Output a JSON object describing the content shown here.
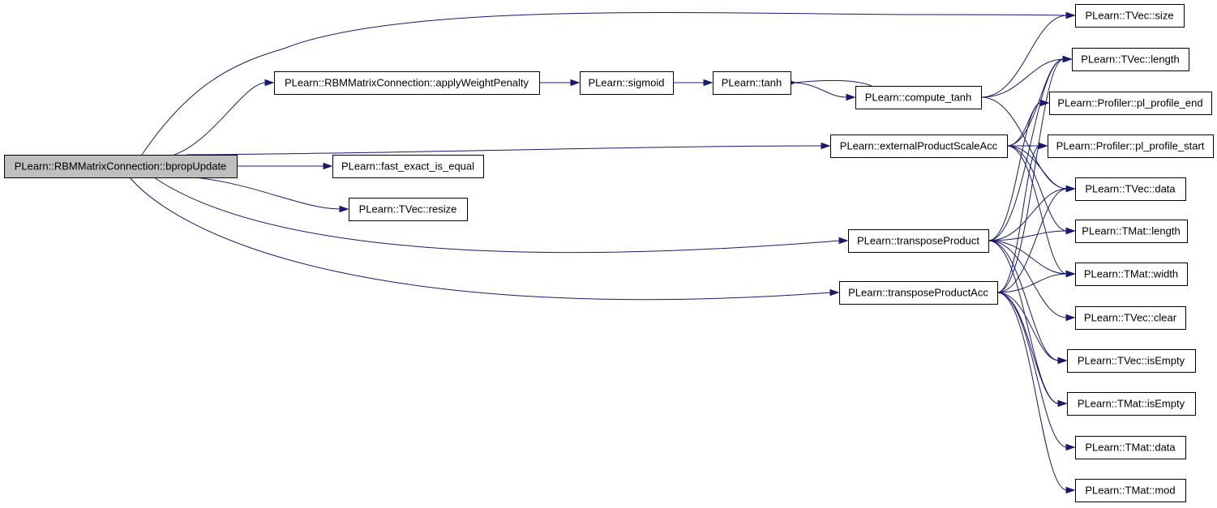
{
  "graph": {
    "nodes": [
      {
        "id": "root",
        "label": "PLearn::RBMMatrixConnection::bpropUpdate",
        "root": true
      },
      {
        "id": "awp",
        "label": "PLearn::RBMMatrixConnection::applyWeightPenalty"
      },
      {
        "id": "sigmoid",
        "label": "PLearn::sigmoid"
      },
      {
        "id": "tanh",
        "label": "PLearn::tanh"
      },
      {
        "id": "ctanh",
        "label": "PLearn::compute_tanh"
      },
      {
        "id": "epsa",
        "label": "PLearn::externalProductScaleAcc"
      },
      {
        "id": "feq",
        "label": "PLearn::fast_exact_is_equal"
      },
      {
        "id": "resize",
        "label": "PLearn::TVec::resize"
      },
      {
        "id": "tp",
        "label": "PLearn::transposeProduct"
      },
      {
        "id": "tpa",
        "label": "PLearn::transposeProductAcc"
      },
      {
        "id": "vsize",
        "label": "PLearn::TVec::size"
      },
      {
        "id": "vlength",
        "label": "PLearn::TVec::length"
      },
      {
        "id": "ppend",
        "label": "PLearn::Profiler::pl_profile_end"
      },
      {
        "id": "ppstart",
        "label": "PLearn::Profiler::pl_profile_start"
      },
      {
        "id": "vdata",
        "label": "PLearn::TVec::data"
      },
      {
        "id": "mlength",
        "label": "PLearn::TMat::length"
      },
      {
        "id": "mwidth",
        "label": "PLearn::TMat::width"
      },
      {
        "id": "vclear",
        "label": "PLearn::TVec::clear"
      },
      {
        "id": "visempty",
        "label": "PLearn::TVec::isEmpty"
      },
      {
        "id": "misempty",
        "label": "PLearn::TMat::isEmpty"
      },
      {
        "id": "mdata",
        "label": "PLearn::TMat::data"
      },
      {
        "id": "mmod",
        "label": "PLearn::TMat::mod"
      }
    ],
    "edges": [
      [
        "root",
        "vsize"
      ],
      [
        "root",
        "awp"
      ],
      [
        "root",
        "epsa"
      ],
      [
        "root",
        "feq"
      ],
      [
        "root",
        "resize"
      ],
      [
        "root",
        "tp"
      ],
      [
        "root",
        "tpa"
      ],
      [
        "awp",
        "sigmoid"
      ],
      [
        "sigmoid",
        "tanh"
      ],
      [
        "tanh",
        "ctanh"
      ],
      [
        "ctanh",
        "tanh"
      ],
      [
        "ctanh",
        "vsize"
      ],
      [
        "ctanh",
        "vlength"
      ],
      [
        "ctanh",
        "vdata"
      ],
      [
        "epsa",
        "vlength"
      ],
      [
        "epsa",
        "ppend"
      ],
      [
        "epsa",
        "ppstart"
      ],
      [
        "epsa",
        "vdata"
      ],
      [
        "epsa",
        "mlength"
      ],
      [
        "epsa",
        "mwidth"
      ],
      [
        "tp",
        "vlength"
      ],
      [
        "tp",
        "ppend"
      ],
      [
        "tp",
        "vdata"
      ],
      [
        "tp",
        "mlength"
      ],
      [
        "tp",
        "mwidth"
      ],
      [
        "tp",
        "vclear"
      ],
      [
        "tp",
        "visempty"
      ],
      [
        "tp",
        "misempty"
      ],
      [
        "tpa",
        "vlength"
      ],
      [
        "tpa",
        "ppstart"
      ],
      [
        "tpa",
        "vdata"
      ],
      [
        "tpa",
        "mwidth"
      ],
      [
        "tpa",
        "visempty"
      ],
      [
        "tpa",
        "misempty"
      ],
      [
        "tpa",
        "mdata"
      ],
      [
        "tpa",
        "mmod"
      ]
    ]
  }
}
